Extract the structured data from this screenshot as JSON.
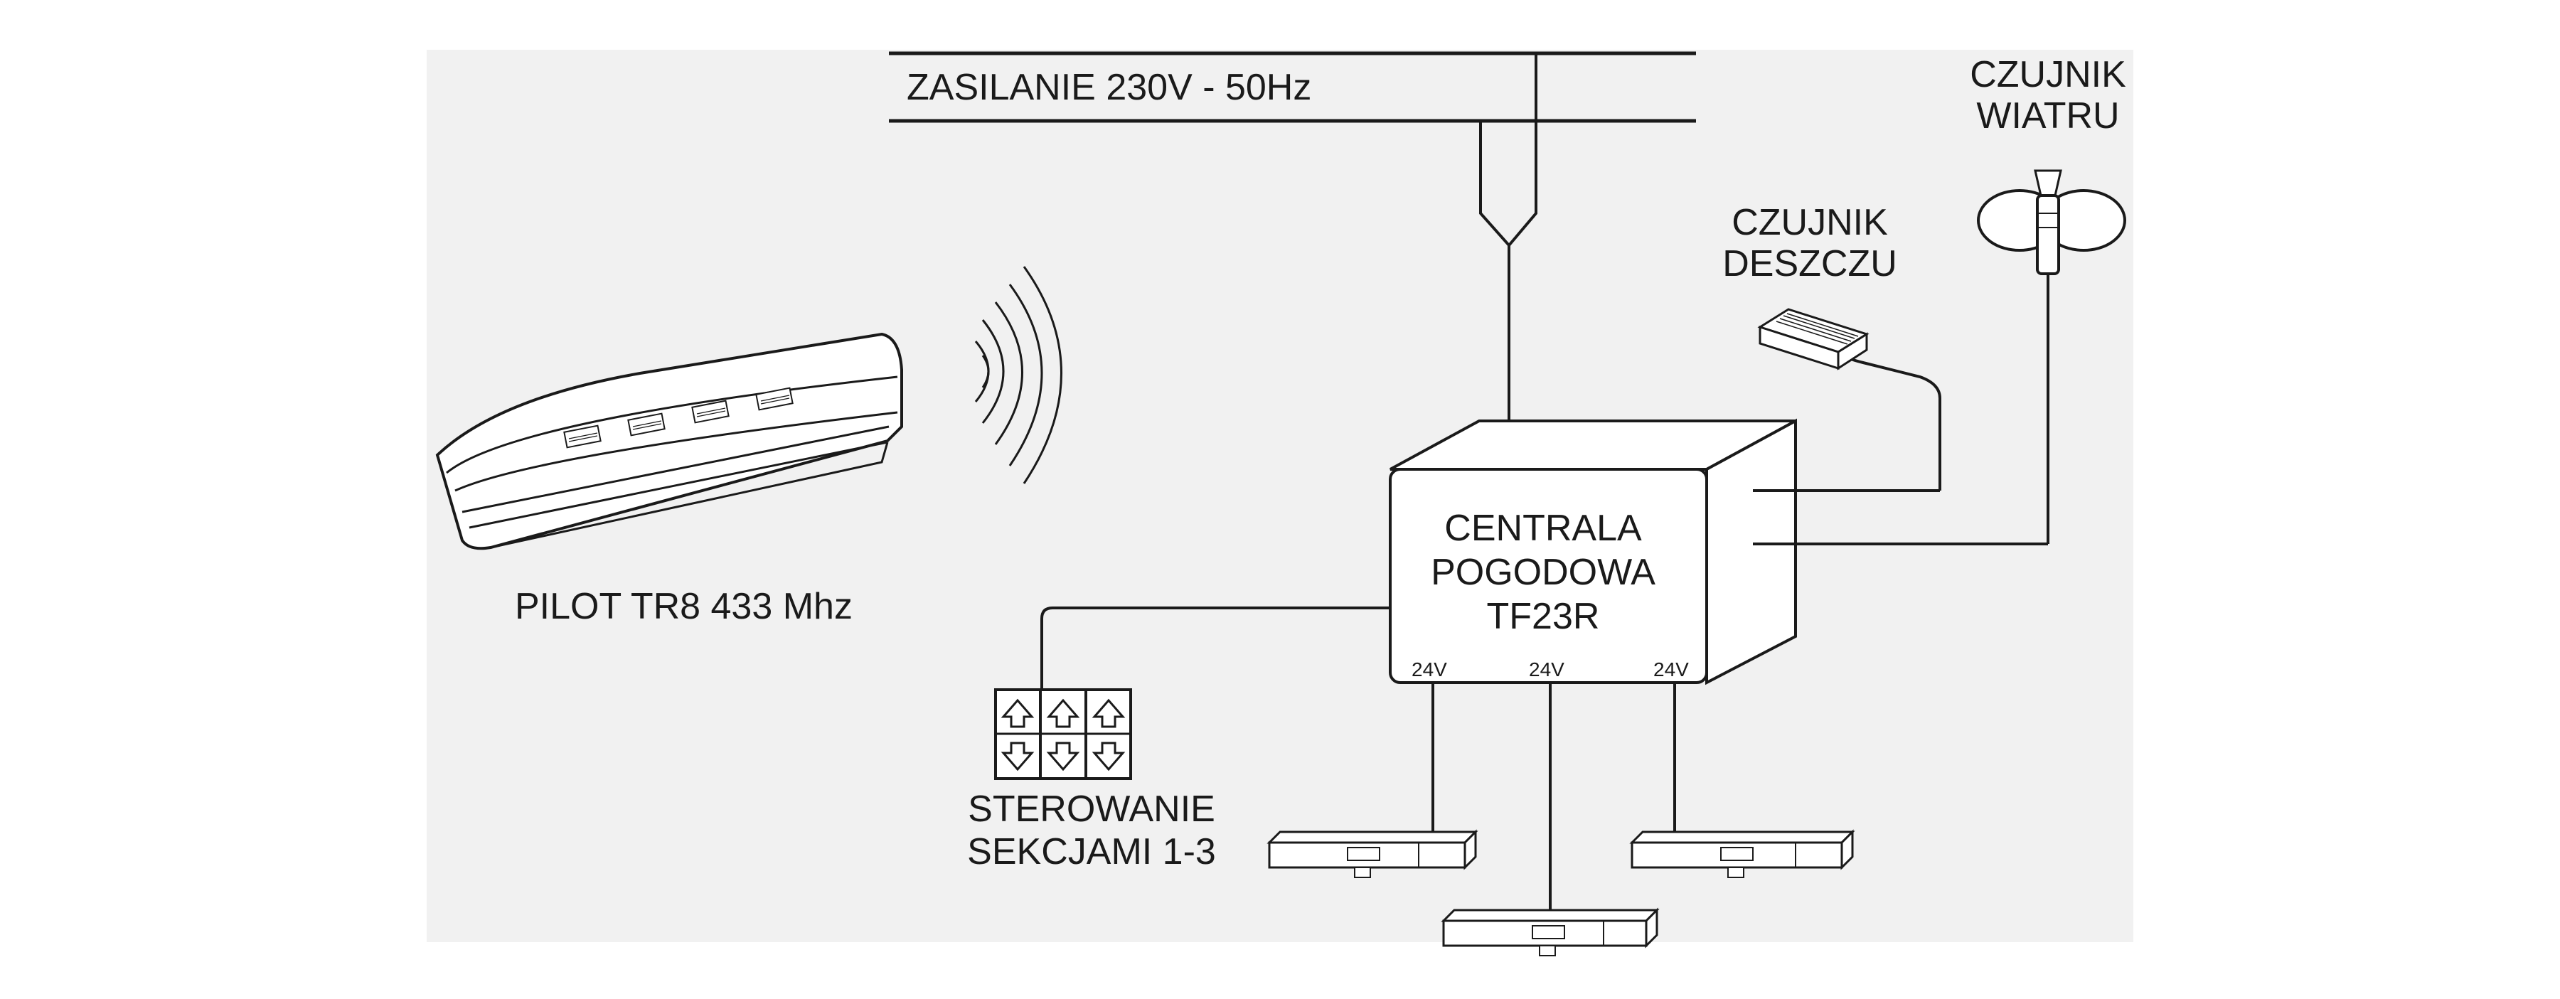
{
  "supply": {
    "label": "ZASILANIE 230V - 50Hz"
  },
  "remote": {
    "label": "PILOT TR8 433 Mhz"
  },
  "controller": {
    "lines": [
      "CENTRALA",
      "POGODOWA",
      "TF23R"
    ],
    "output_voltage": "24V"
  },
  "rain_sensor": {
    "lines": [
      "CZUJNIK",
      "DESZCZU"
    ]
  },
  "wind_sensor": {
    "lines": [
      "CZUJNIK",
      "WIATRU"
    ]
  },
  "section_control": {
    "lines": [
      "STEROWANIE",
      "SEKCJAMI 1-3"
    ]
  },
  "colors": {
    "ink": "#1a1a1a",
    "background": "#ffffff",
    "panel": "#f1f1f1"
  }
}
